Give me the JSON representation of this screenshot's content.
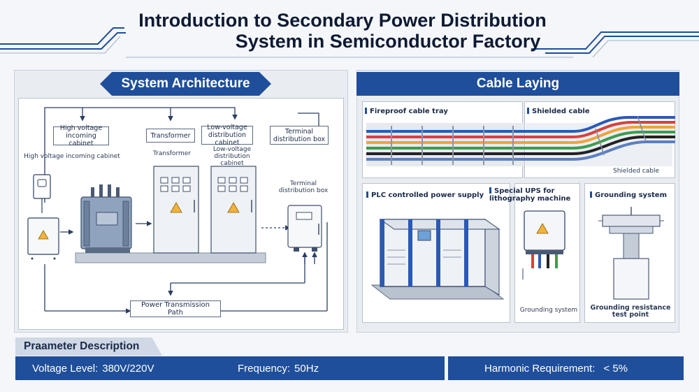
{
  "header": {
    "title_line1": "Introduction to Secondary Power Distribution",
    "title_line2": "System in Semiconductor Factory"
  },
  "architecture": {
    "heading": "System Architecture",
    "top_boxes": [
      "High voltage incoming cabinet",
      "Transformer",
      "Low-voltage distribution cabinet",
      "Terminal distribution box"
    ],
    "sub_labels": {
      "hv": "High voltage incoming cabinet",
      "transformer": "Transformer",
      "lv": "Low-voltage distribution cabinet",
      "terminal": "Terminal distribution box"
    },
    "path_label": "Power Transmission Path"
  },
  "cable": {
    "heading": "Cable Laying",
    "fireproof_tray": "Fireproof cable tray",
    "shielded_cable": "Shielded cable",
    "shielded_cable_caption": "Shielded cable",
    "plc_supply": "PLC controlled power supply",
    "ups": "Special UPS for lithography machine",
    "ups_caption": "Grounding system",
    "grounding_system": "Grounding system",
    "grounding_test": "Grounding resistance test point"
  },
  "parameters": {
    "heading": "Praameter Description",
    "voltage_label": "Voltage Level:",
    "voltage_value": "380V/220V",
    "frequency_label": "Frequency:",
    "frequency_value": "50Hz",
    "harmonic_label": "Harmonic Requirement:",
    "harmonic_value": "< 5%"
  },
  "colors": {
    "brand_blue": "#1f4e9a",
    "cable_colors": [
      "#2a59b8",
      "#d9413a",
      "#f0a33a",
      "#3e9b4f",
      "#222222",
      "#5c7fc4"
    ]
  }
}
